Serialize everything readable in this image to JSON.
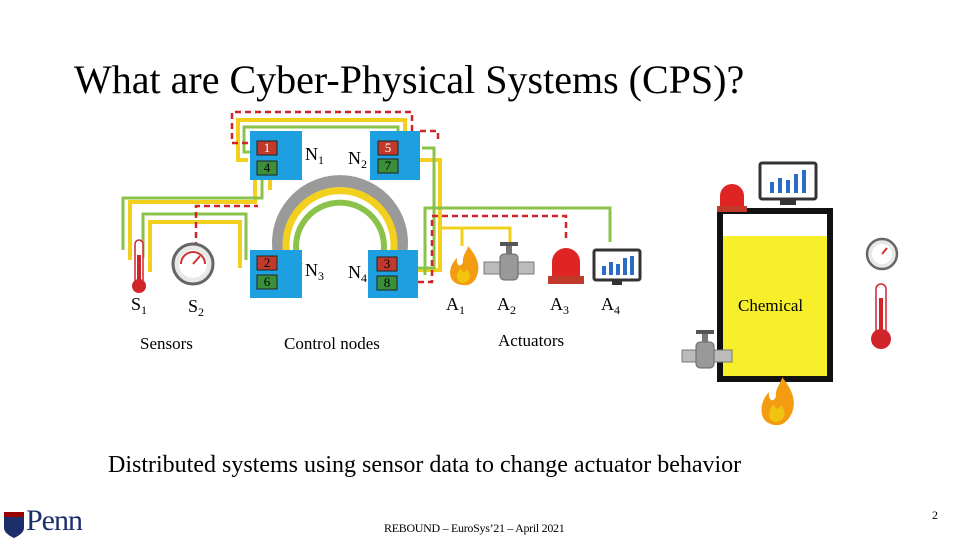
{
  "title": "What are Cyber-Physical Systems (CPS)?",
  "nodes": {
    "n1": {
      "letter": "N",
      "sub": "1",
      "ports": [
        "1",
        "4"
      ]
    },
    "n2": {
      "letter": "N",
      "sub": "2",
      "ports": [
        "5",
        "7"
      ]
    },
    "n3": {
      "letter": "N",
      "sub": "3",
      "ports": [
        "2",
        "6"
      ]
    },
    "n4": {
      "letter": "N",
      "sub": "4",
      "ports": [
        "3",
        "8"
      ]
    }
  },
  "sensors": {
    "s1": {
      "letter": "S",
      "sub": "1"
    },
    "s2": {
      "letter": "S",
      "sub": "2"
    },
    "caption": "Sensors"
  },
  "control_caption": "Control nodes",
  "actuators": {
    "a1": {
      "letter": "A",
      "sub": "1"
    },
    "a2": {
      "letter": "A",
      "sub": "2"
    },
    "a3": {
      "letter": "A",
      "sub": "3"
    },
    "a4": {
      "letter": "A",
      "sub": "4"
    },
    "caption": "Actuators"
  },
  "tank_label": "Chemical",
  "tagline": "Distributed systems using sensor data to change actuator behavior",
  "footer": "REBOUND – EuroSys’21 – April 2021",
  "page_number": "2",
  "logo": "Penn",
  "colors": {
    "node_blue": "#1e9fe0",
    "port_red": "#c0392b",
    "port_green": "#3b8f3b",
    "wire_yellow": "#f3cf1e",
    "wire_green": "#8bc34a",
    "wire_red_dashed": "#d0242b",
    "ring_gray": "#999999",
    "tank_yellow": "#f7ef2a",
    "thermometer_red": "#d0242b"
  },
  "icons": [
    "thermometer-icon",
    "gauge-icon",
    "flame-icon",
    "valve-icon",
    "alarm-light-icon",
    "monitor-chart-icon",
    "penn-shield-icon"
  ]
}
